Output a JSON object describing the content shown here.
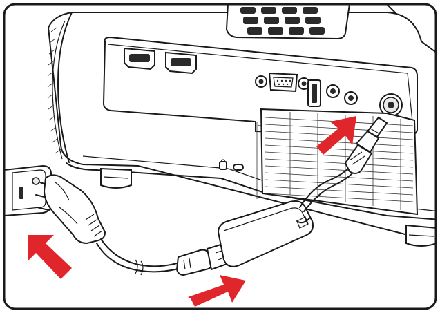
{
  "illustration": {
    "frame_color": "#1a1a1a",
    "background_color": "#ffffff",
    "line_color": "#1a1a1a",
    "arrow_color": "#e0262a",
    "subject": "projector-power-connection",
    "parts": [
      "projector-body",
      "keypad",
      "hdmi-ports",
      "vga-port",
      "usb-port",
      "audio-jacks",
      "dc-power-jack",
      "vent-grille",
      "security-slot",
      "feet",
      "wall-outlet",
      "ac-plug",
      "power-cord",
      "power-adapter",
      "dc-plug"
    ],
    "arrows": [
      {
        "target": "wall-outlet",
        "direction": "up-left"
      },
      {
        "target": "power-adapter",
        "direction": "right"
      },
      {
        "target": "dc-power-jack",
        "direction": "up-right"
      }
    ]
  }
}
